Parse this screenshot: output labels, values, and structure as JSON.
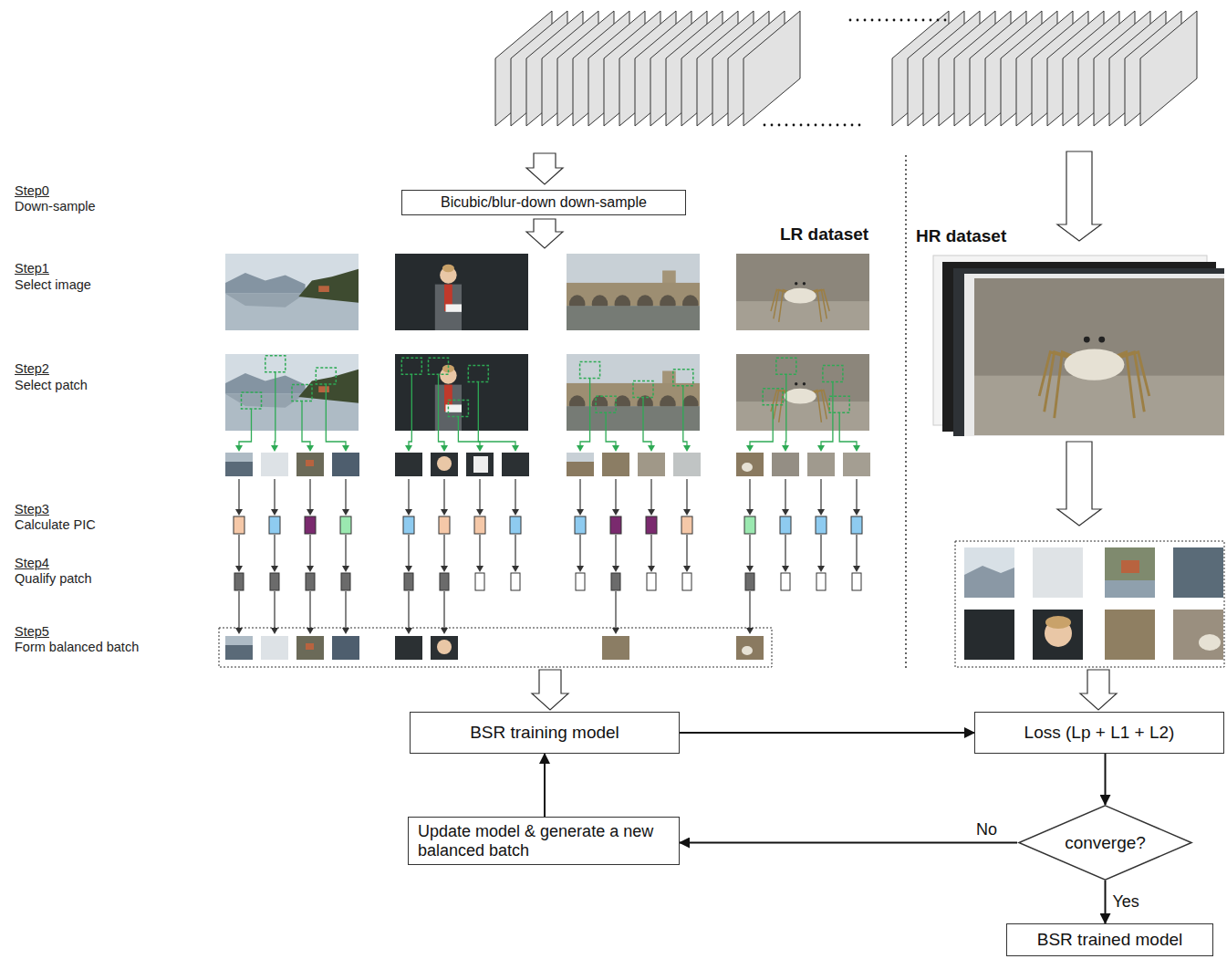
{
  "diagram": {
    "nodes": [
      {
        "text": [
          "Bicubic/blur-down down-sample"
        ]
      },
      {
        "text": [
          "BSR training model"
        ]
      },
      {
        "text": [
          "Loss (Lp + L1 + L2)"
        ]
      },
      {
        "text": [
          "converge?"
        ]
      },
      {
        "text": [
          "Update model & generate a new balanced batch"
        ]
      },
      {
        "text": [
          "BSR trained model"
        ]
      }
    ],
    "edges": [
      {
        "from": 1,
        "to": 2,
        "arrow": "to"
      },
      {
        "from": 2,
        "to": 3,
        "arrow": "to"
      },
      {
        "from": 3,
        "to": 4,
        "label": "No",
        "arrow": "to"
      },
      {
        "from": 4,
        "to": 1,
        "arrow": "to"
      },
      {
        "from": 3,
        "to": 5,
        "label": "Yes",
        "arrow": "to"
      }
    ],
    "labels": [
      "Step0",
      "Down-sample",
      "Step1",
      "Select image",
      "Step2",
      "Select patch",
      "Step3",
      "Calculate PIC",
      "Step4",
      "Qualify patch",
      "Step5",
      "Form balanced batch",
      "LR dataset",
      "HR dataset"
    ]
  }
}
